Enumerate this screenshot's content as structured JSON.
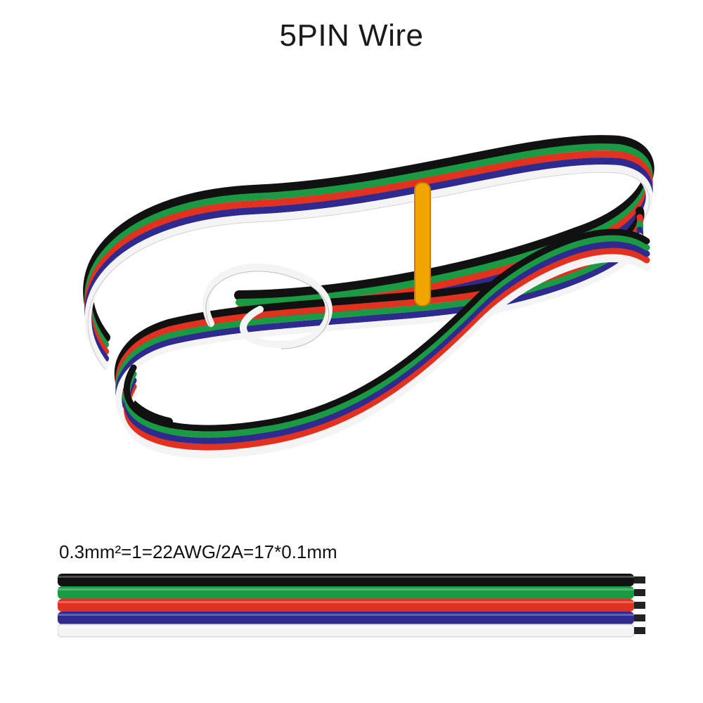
{
  "title": "5PIN Wire",
  "spec": "0.3mm²=1=22AWG/2A=17*0.1mm",
  "wire_colors": [
    "#111111",
    "#1b9a44",
    "#e2321f",
    "#2e2a8f",
    "#f4f4f4"
  ],
  "photo": {
    "description_icon": "coiled-wire-bundle",
    "tie_color": "#f0a500"
  }
}
